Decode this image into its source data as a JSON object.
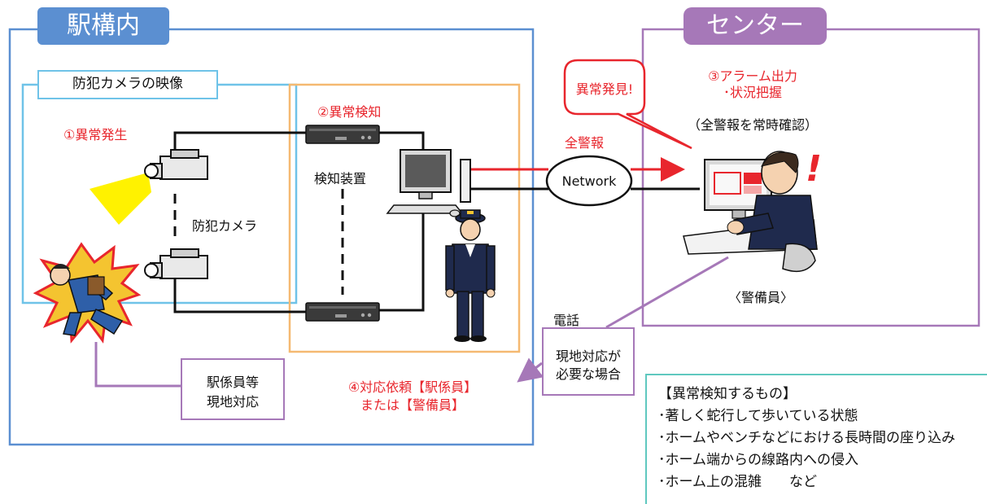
{
  "regions": {
    "station": "駅構内",
    "center": "センター"
  },
  "camera_video": "防犯カメラの映像",
  "steps": {
    "step1": "①異常発生",
    "step2": "②異常検知",
    "step3_line1": "③アラーム出力",
    "step3_line2": "･状況把握",
    "step4_line1": "④対応依頼【駅係員】",
    "step4_line2": "または【警備員】"
  },
  "labels": {
    "detector": "検知装置",
    "camera": "防犯カメラ",
    "all_alarms": "全警報",
    "network": "Network",
    "speech": "異常発見!",
    "confirm_all": "（全警報を常時確認）",
    "guard": "〈警備員〉",
    "phone": "電話",
    "onsite_needed_line1": "現地対応が",
    "onsite_needed_line2": "必要な場合",
    "staff_line1": "駅係員等",
    "staff_line2": "現地対応"
  },
  "detects": {
    "title": "【異常検知するもの】",
    "items": [
      "･著しく蛇行して歩いている状態",
      "･ホームやベンチなどにおける長時間の座り込み",
      "･ホーム端からの線路内への侵入",
      "･ホーム上の混雑　　など"
    ]
  },
  "colors": {
    "station_blue": "#5b8fd1",
    "center_purple": "#a678b8",
    "camera_box_blue": "#6fc3e8",
    "detector_orange": "#f5b971",
    "alert_red": "#e8262d",
    "notes_teal": "#5fc8bf"
  },
  "icons": [
    "camera-icon",
    "detector-device-icon",
    "computer-icon",
    "station-staff-icon",
    "guard-at-monitor-icon",
    "fallen-person-icon",
    "exclamation-icon"
  ]
}
